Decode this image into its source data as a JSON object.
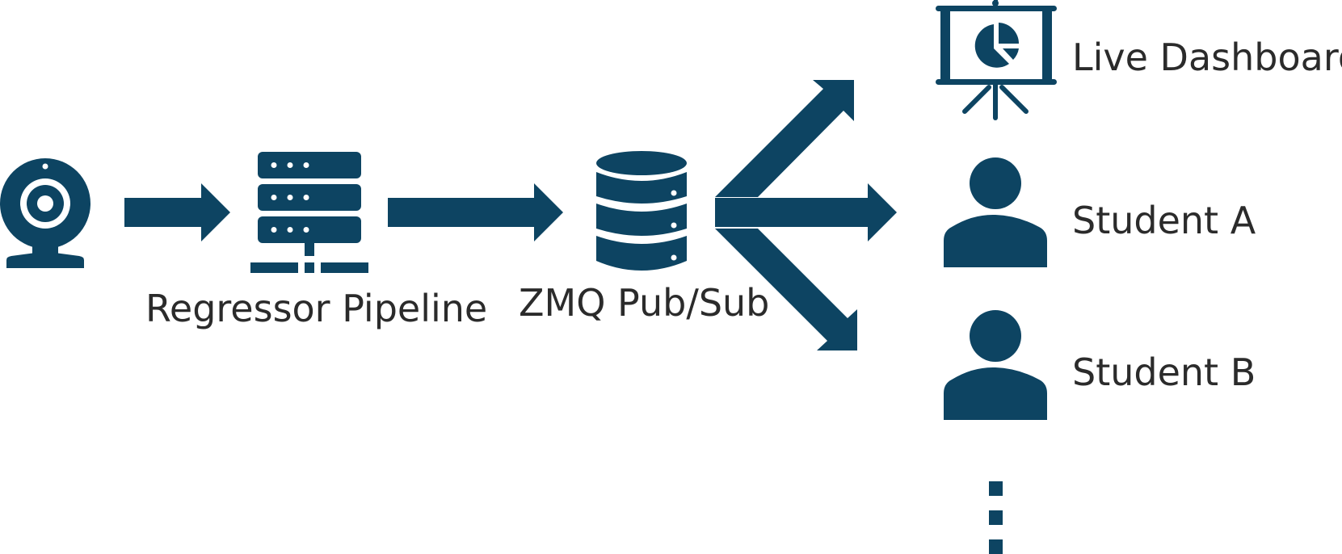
{
  "colors": {
    "icon": "#0d4462",
    "text": "#2b2b2b",
    "background": "#ffffff"
  },
  "nodes": {
    "camera": {
      "icon": "webcam-icon",
      "label": ""
    },
    "pipeline": {
      "icon": "server-icon",
      "label": "Regressor Pipeline"
    },
    "broker": {
      "icon": "database-icon",
      "label": "ZMQ Pub/Sub"
    },
    "dashboard": {
      "icon": "presentation-chart-icon",
      "label": "Live Dashboard"
    },
    "student_a": {
      "icon": "user-icon",
      "label": "Student A"
    },
    "student_b": {
      "icon": "user-icon",
      "label": "Student B"
    },
    "more": {
      "icon": "vertical-ellipsis-icon",
      "label": ""
    }
  }
}
